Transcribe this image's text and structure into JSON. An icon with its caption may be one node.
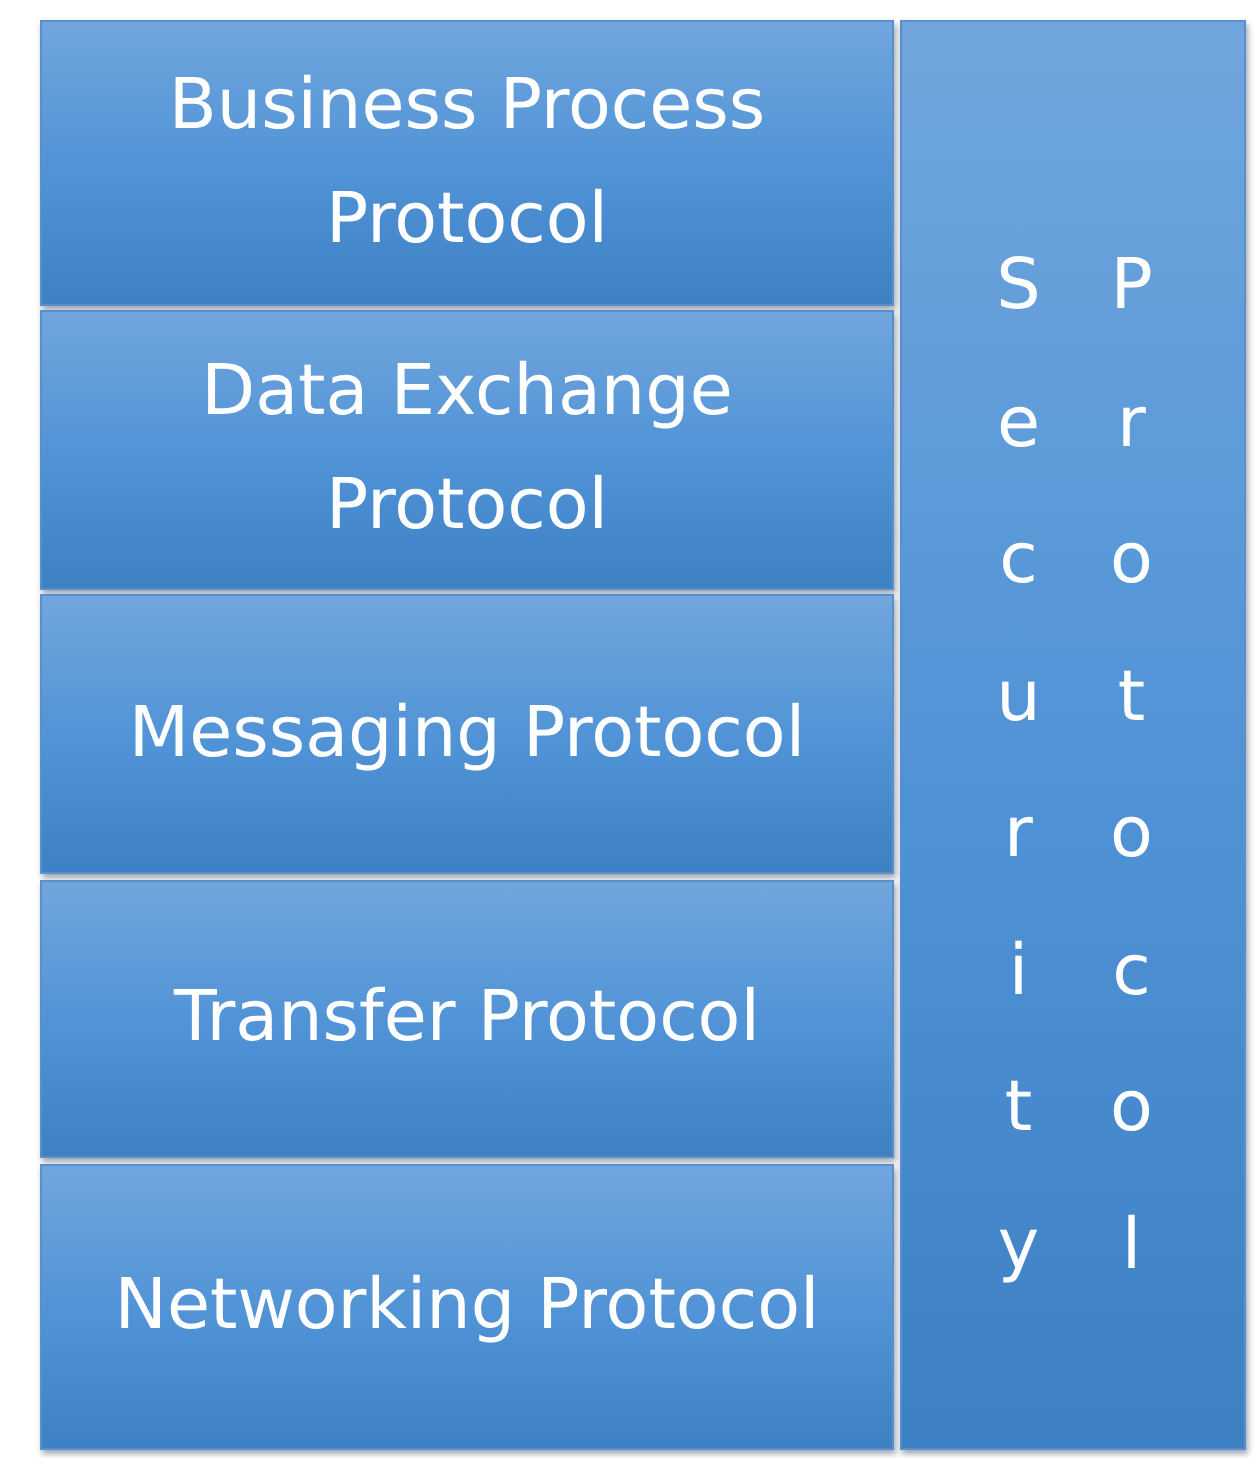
{
  "diagram": {
    "nodes": [
      {
        "text": [
          "Business Process Protocol"
        ]
      },
      {
        "text": [
          "Data Exchange Protocol"
        ]
      },
      {
        "text": [
          "Messaging Protocol"
        ]
      },
      {
        "text": [
          "Transfer Protocol"
        ]
      },
      {
        "text": [
          "Networking Protocol"
        ]
      },
      {
        "text": [
          "Security",
          "Protocol"
        ]
      }
    ]
  }
}
